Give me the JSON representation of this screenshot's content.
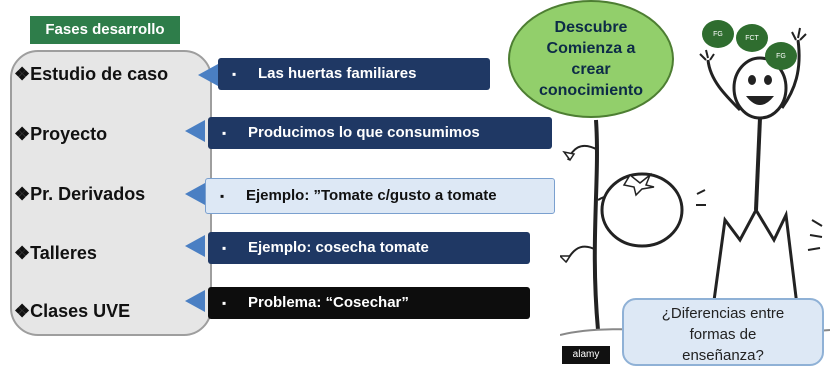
{
  "header": {
    "title": "Fases desarrollo"
  },
  "phases": [
    {
      "label": "❖Estudio de caso",
      "bar": "Las huertas familiares",
      "style": "navy"
    },
    {
      "label": "❖Proyecto",
      "bar": "Producimos lo que consumimos",
      "style": "navy"
    },
    {
      "label": "❖Pr. Derivados",
      "bar": "Ejemplo: ”Tomate c/gusto a tomate",
      "style": "light"
    },
    {
      "label": "❖Talleres",
      "bar": "Ejemplo: cosecha tomate",
      "style": "navy"
    },
    {
      "label": "❖Clases UVE",
      "bar": "Problema: “Cosechar”",
      "style": "black"
    }
  ],
  "bubble": {
    "lines": [
      "Descubre",
      "Comienza a",
      "crear",
      "conocimiento"
    ]
  },
  "chips": [
    "FG",
    "FCT",
    "FG"
  ],
  "question": {
    "lines": [
      "¿Diferencias entre",
      "formas de",
      "enseñanza?"
    ]
  },
  "watermark": "alamy",
  "bullet": "▪",
  "colors": {
    "header_bg": "#2e7d4a",
    "bar_navy": "#1f3864",
    "bar_light": "#dde8f5",
    "bar_black": "#0d0d0d",
    "arrow": "#4a7fc3",
    "bubble_bg": "#92cf6b",
    "question_bg": "#dde8f5"
  }
}
